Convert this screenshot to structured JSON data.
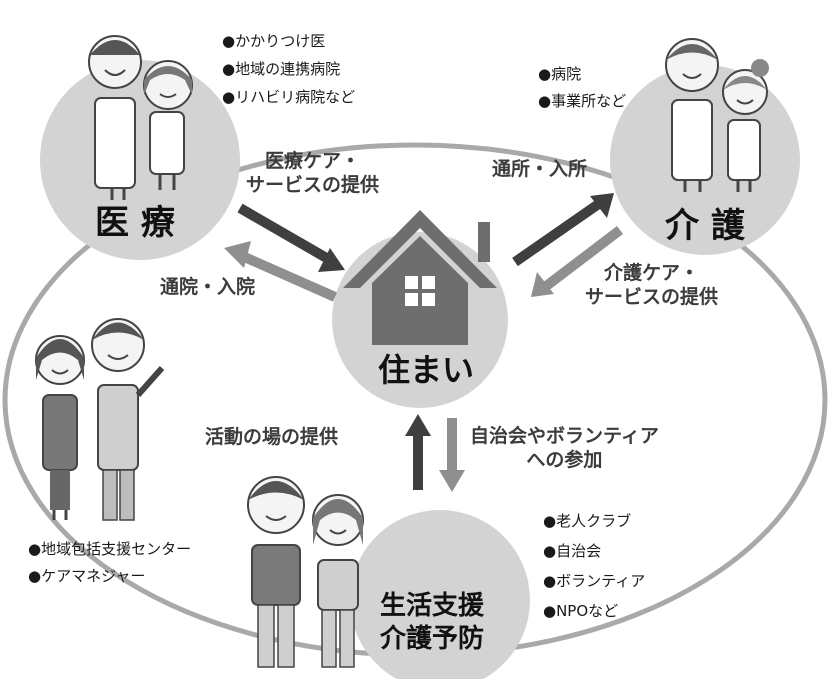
{
  "colors": {
    "ring": "#a9a9a9",
    "circle": "#d3d3d3",
    "house": "#6e6e6e",
    "arrow_dark": "#3f3f3f",
    "arrow_light": "#8f8f8f"
  },
  "center": {
    "title": "住まい"
  },
  "medical": {
    "title": "医 療",
    "bullets": [
      "●かかりつけ医",
      "●地域の連携病院",
      "●リハビリ病院など"
    ],
    "flow_out_line1": "医療ケア・",
    "flow_out_line2": "サービスの提供",
    "flow_in": "通院・入院"
  },
  "care": {
    "title": "介 護",
    "bullets": [
      "●病院",
      "●事業所など"
    ],
    "flow_in": "通所・入所",
    "flow_out_line1": "介護ケア・",
    "flow_out_line2": "サービスの提供"
  },
  "community": {
    "bullets": [
      "●地域包括支援センター",
      "●ケアマネジャー"
    ]
  },
  "prevention": {
    "title_line1": "生活支援",
    "title_line2": "介護予防",
    "bullets": [
      "●老人クラブ",
      "●自治会",
      "●ボランティア",
      "●NPOなど"
    ],
    "flow_up": "活動の場の提供",
    "flow_down_line1": "自治会やボランティア",
    "flow_down_line2": "への参加"
  }
}
